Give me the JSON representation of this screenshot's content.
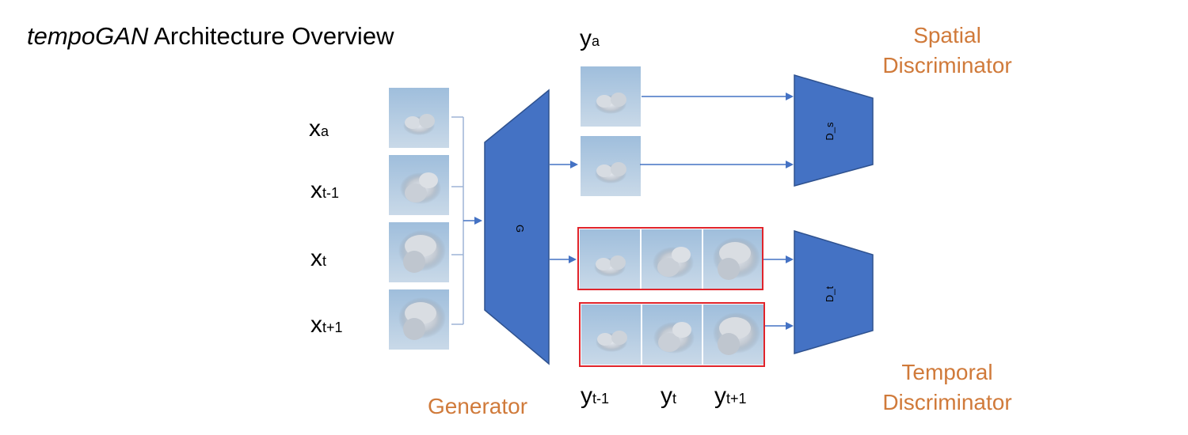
{
  "title": {
    "italic": "tempoGAN",
    "rest": " Architecture Overview"
  },
  "inputs": [
    {
      "main": "x",
      "sub": "a"
    },
    {
      "main": "x",
      "sub": "t-1"
    },
    {
      "main": "x",
      "sub": "t"
    },
    {
      "main": "x",
      "sub": "t+1"
    }
  ],
  "generator": {
    "block_label": "G",
    "caption": "Generator"
  },
  "spatial_output": {
    "main": "y",
    "sub": "a"
  },
  "temporal_outputs": [
    {
      "main": "y",
      "sub": "t-1"
    },
    {
      "main": "y",
      "sub": "t"
    },
    {
      "main": "y",
      "sub": "t+1"
    }
  ],
  "spatial_discriminator": {
    "block_label": "D_s",
    "caption_line1": "Spatial",
    "caption_line2": "Discriminator"
  },
  "temporal_discriminator": {
    "block_label": "D_t",
    "caption_line1": "Temporal",
    "caption_line2": "Discriminator"
  },
  "colors": {
    "block_fill": "#4472C4",
    "block_stroke": "#2F528F",
    "arrow": "#4472C4",
    "caption": "#D07A3A",
    "highlight_frame": "#E0242B",
    "bracket": "#9DB3D6"
  }
}
